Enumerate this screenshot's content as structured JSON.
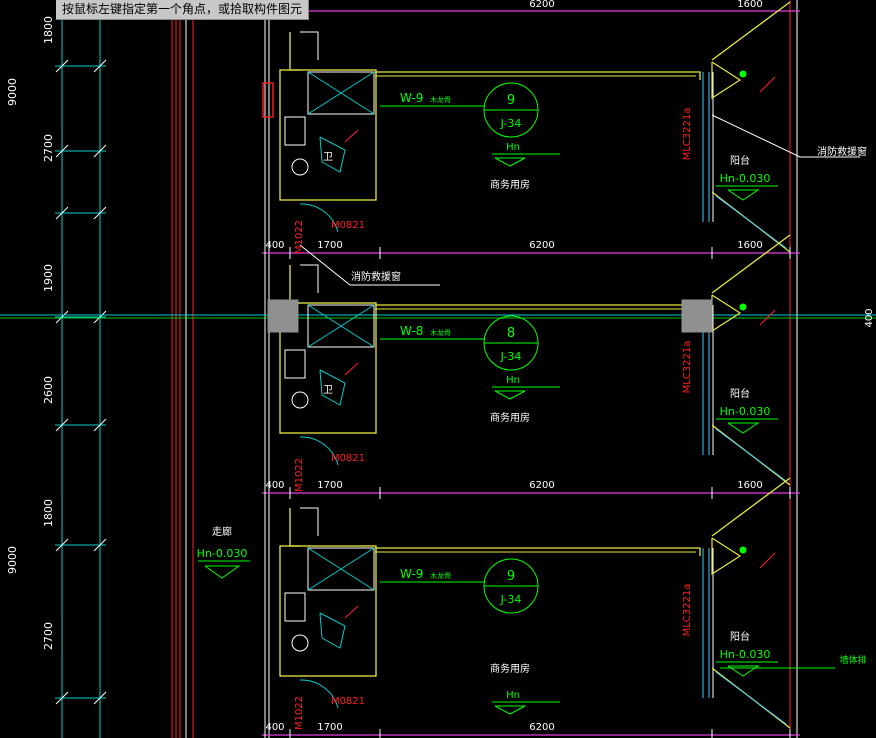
{
  "prompt": {
    "text": "按鼠标左键指定第一个角点，或拾取构件图元"
  },
  "colors": {
    "background": "#000000",
    "wall": "#e8e840",
    "dim_line": "#00cccc",
    "axis": "#e040e0",
    "label": "#00ff00",
    "red": "#ff2020",
    "white": "#ffffff",
    "glazing": "#40c8ff",
    "column": "#909090"
  },
  "left_dims": {
    "totals": [
      "9000",
      "9000"
    ],
    "segments": [
      "1800",
      "2700",
      "1900",
      "2600",
      "1800",
      "2700"
    ]
  },
  "right_dim": "400",
  "corridor": {
    "name": "走廊",
    "elev": "Hn-0.030"
  },
  "band_dims": [
    {
      "a": "400",
      "b": "1700",
      "c": "6200",
      "d": "1600"
    },
    {
      "a": "400",
      "b": "1700",
      "c": "6200",
      "d": "1600"
    },
    {
      "a": "400",
      "b": "1700",
      "c": "6200",
      "d": ""
    }
  ],
  "top_dims": {
    "c": "6200",
    "d": "1600"
  },
  "units": [
    {
      "wall_tag": "W-9",
      "wall_tag_suffix": "木龙骨",
      "bubble_num": "9",
      "bubble_ref": "J-34",
      "hn": "Hn",
      "room": "商务用房",
      "toilet": "卫",
      "door": "M0821",
      "window": "MLC3221a",
      "balcony": "阳台",
      "balcony_elev": "Hn-0.030"
    },
    {
      "wall_tag": "W-8",
      "wall_tag_suffix": "木龙骨",
      "bubble_num": "8",
      "bubble_ref": "J-34",
      "hn": "Hn",
      "room": "商务用房",
      "toilet": "卫",
      "door": "M0821",
      "window": "MLC3221a",
      "balcony": "阳台",
      "balcony_elev": "Hn-0.030"
    },
    {
      "wall_tag": "W-9",
      "wall_tag_suffix": "木龙骨",
      "bubble_num": "9",
      "bubble_ref": "J-34",
      "hn": "Hn",
      "room": "商务用房",
      "toilet": "",
      "door": "M0821",
      "window": "MLC3221a",
      "balcony": "阳台",
      "balcony_elev": "Hn-0.030"
    }
  ],
  "door_tags": [
    "M1022",
    "M1022",
    "M1022"
  ],
  "leaders": {
    "rescue_window_1": "消防救援窗",
    "rescue_window_2": "消防救援窗",
    "drain": "墙体排"
  }
}
